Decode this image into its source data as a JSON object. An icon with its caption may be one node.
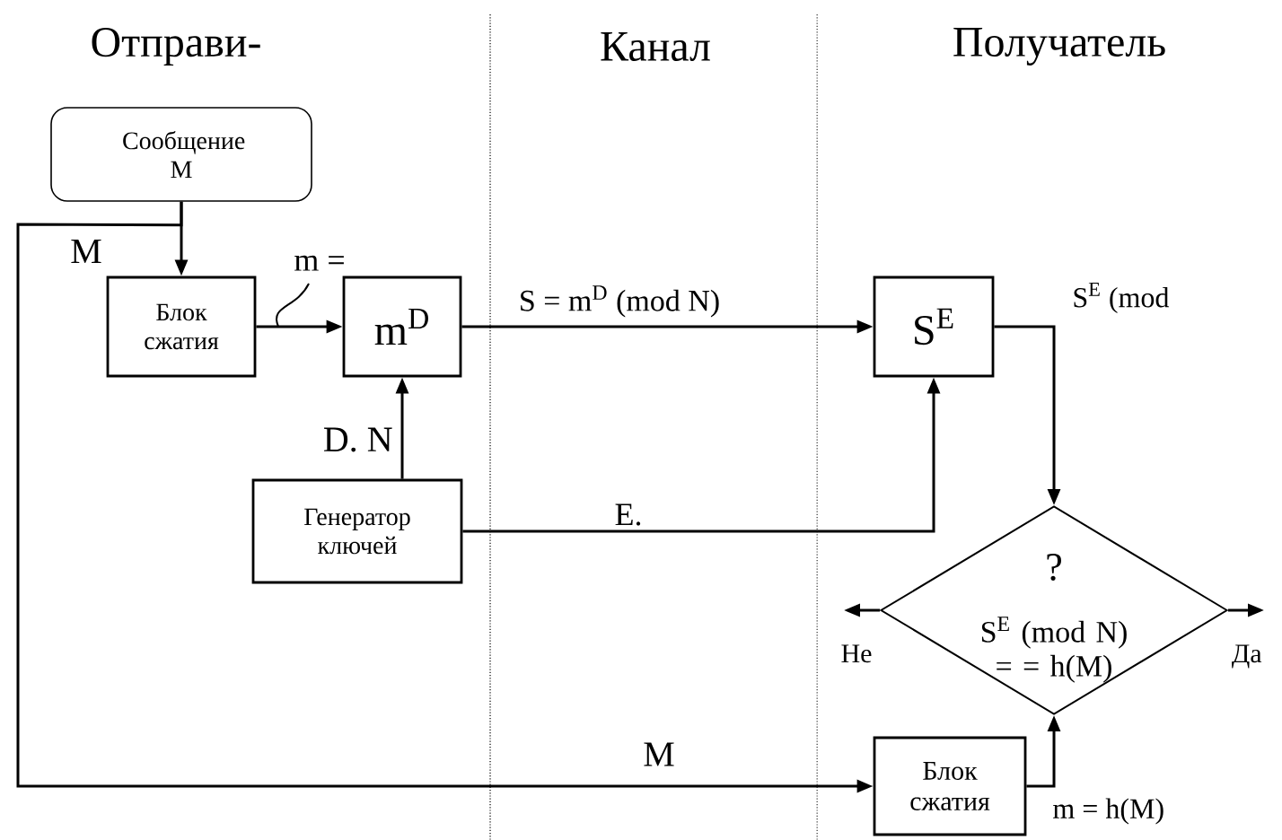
{
  "diagram": {
    "nodes": [
      {
        "text": [
          "Сообщение M"
        ]
      },
      {
        "text": [
          "Блок сжатия"
        ]
      },
      {
        "text": [
          "m$^{D}$"
        ]
      },
      {
        "text": [
          "Генератор ключей"
        ]
      },
      {
        "text": [
          "S$^{E}$"
        ]
      },
      {
        "text": [
          "?",
          "S$^{E}$ (mod N) = = h(M)"
        ]
      },
      {
        "text": [
          "Блок сжатия"
        ]
      }
    ],
    "edges": [
      {
        "from": 0,
        "to": 1,
        "arrow": "to"
      },
      {
        "from": 0,
        "to": 6,
        "arrow": "to",
        "label": "M"
      },
      {
        "from": 1,
        "to": 2,
        "arrow": "to",
        "label": "m ="
      },
      {
        "from": 2,
        "to": 4,
        "arrow": "to",
        "label": "S = m$^{D}$ (mod N)"
      },
      {
        "from": 3,
        "to": 2,
        "arrow": "to",
        "label": "D. N"
      },
      {
        "from": 3,
        "to": 4,
        "arrow": "to",
        "label": "E."
      },
      {
        "from": 4,
        "to": 5,
        "arrow": "to"
      },
      {
        "from": 6,
        "to": 5,
        "arrow": "to",
        "label": "m = h(M)"
      },
      {
        "from": 5,
        "to": null,
        "arrow": "to",
        "label": "Не"
      },
      {
        "from": 5,
        "to": null,
        "arrow": "to",
        "label": "Да"
      }
    ],
    "labels": [
      "Отправи-",
      "Канал",
      "Получатель",
      "M",
      "S$^{E}$ (mod"
    ]
  }
}
